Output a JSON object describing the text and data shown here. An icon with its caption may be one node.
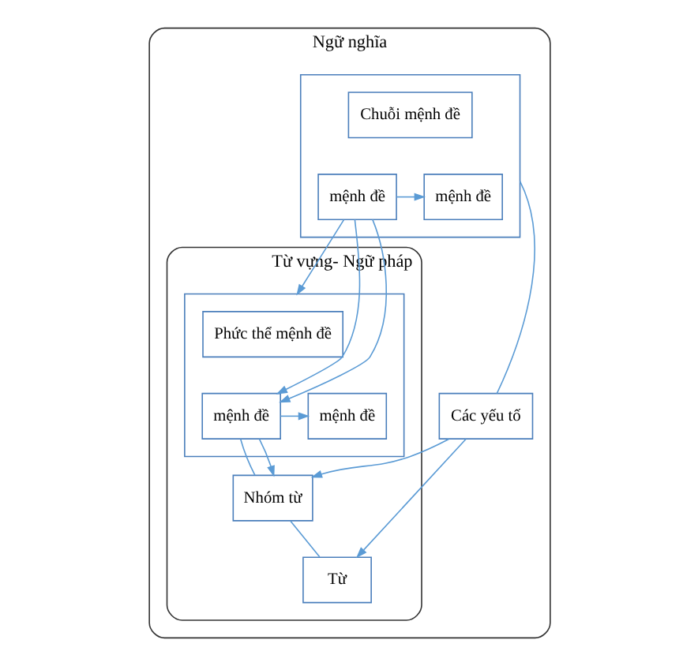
{
  "diagram": {
    "nodes": [
      {
        "text": [
          "Ngữ nghĩa"
        ]
      },
      {
        "text": [],
        "shape": "box",
        "in": 0
      },
      {
        "text": [
          "Chuỗi mệnh đề"
        ],
        "in": 1
      },
      {
        "text": [
          "mệnh đề"
        ],
        "in": 1
      },
      {
        "text": [
          "mệnh đề"
        ],
        "in": 1
      },
      {
        "text": [
          "Các yếu tố"
        ],
        "in": 0
      },
      {
        "text": [
          "Từ vựng- Ngữ pháp"
        ],
        "in": 0
      },
      {
        "text": [],
        "shape": "box",
        "in": 6
      },
      {
        "text": [
          "Phức thể mệnh đề"
        ],
        "in": 7
      },
      {
        "text": [
          "mệnh đề"
        ],
        "in": 7
      },
      {
        "text": [
          "mệnh đề"
        ],
        "in": 7
      },
      {
        "text": [
          "Nhóm từ"
        ],
        "in": 6
      },
      {
        "text": [
          "Từ"
        ],
        "in": 6
      }
    ],
    "edges": [
      {
        "from": 3,
        "to": 4,
        "arrow": "to"
      },
      {
        "from": 1,
        "to": 5,
        "arrow": "none"
      },
      {
        "from": 3,
        "to": 7,
        "arrow": "to"
      },
      {
        "from": 3,
        "to": 9,
        "arrow": "to"
      },
      {
        "from": 3,
        "to": 9,
        "arrow": "to"
      },
      {
        "from": 9,
        "to": 10,
        "arrow": "to"
      },
      {
        "from": 9,
        "to": 11,
        "arrow": "none"
      },
      {
        "from": 9,
        "to": 11,
        "arrow": "to"
      },
      {
        "from": 5,
        "to": 11,
        "arrow": "to"
      },
      {
        "from": 5,
        "to": 12,
        "arrow": "to"
      },
      {
        "from": 11,
        "to": 12,
        "arrow": "none"
      }
    ]
  }
}
